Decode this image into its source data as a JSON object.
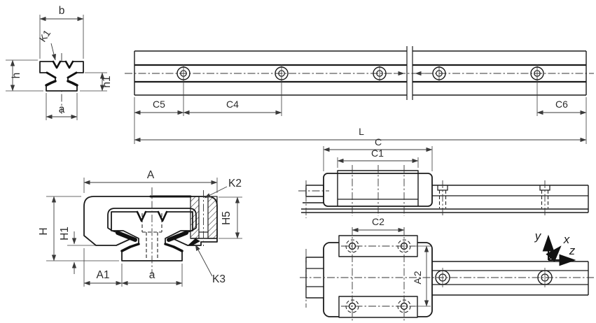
{
  "labels": {
    "rail_section": {
      "b": "b",
      "k1": "K1",
      "h": "h",
      "h1": "h1",
      "a": "a"
    },
    "rail_length": {
      "c5": "C5",
      "c4": "C4",
      "c6": "C6",
      "l": "L"
    },
    "block_section": {
      "A": "A",
      "k2": "K2",
      "H": "H",
      "H1": "H1",
      "H5": "H5",
      "A1": "A1",
      "a": "a",
      "k3": "K3"
    },
    "block_plan": {
      "C": "C",
      "C1": "C1",
      "C2": "C2",
      "A2": "A2"
    },
    "axes": {
      "x": "x",
      "y": "y",
      "z": "z"
    }
  },
  "colors": {
    "line": "#1b1b1b",
    "dimension": "#3a3a3a",
    "text": "#2b2b2b",
    "background": "#ffffff"
  }
}
